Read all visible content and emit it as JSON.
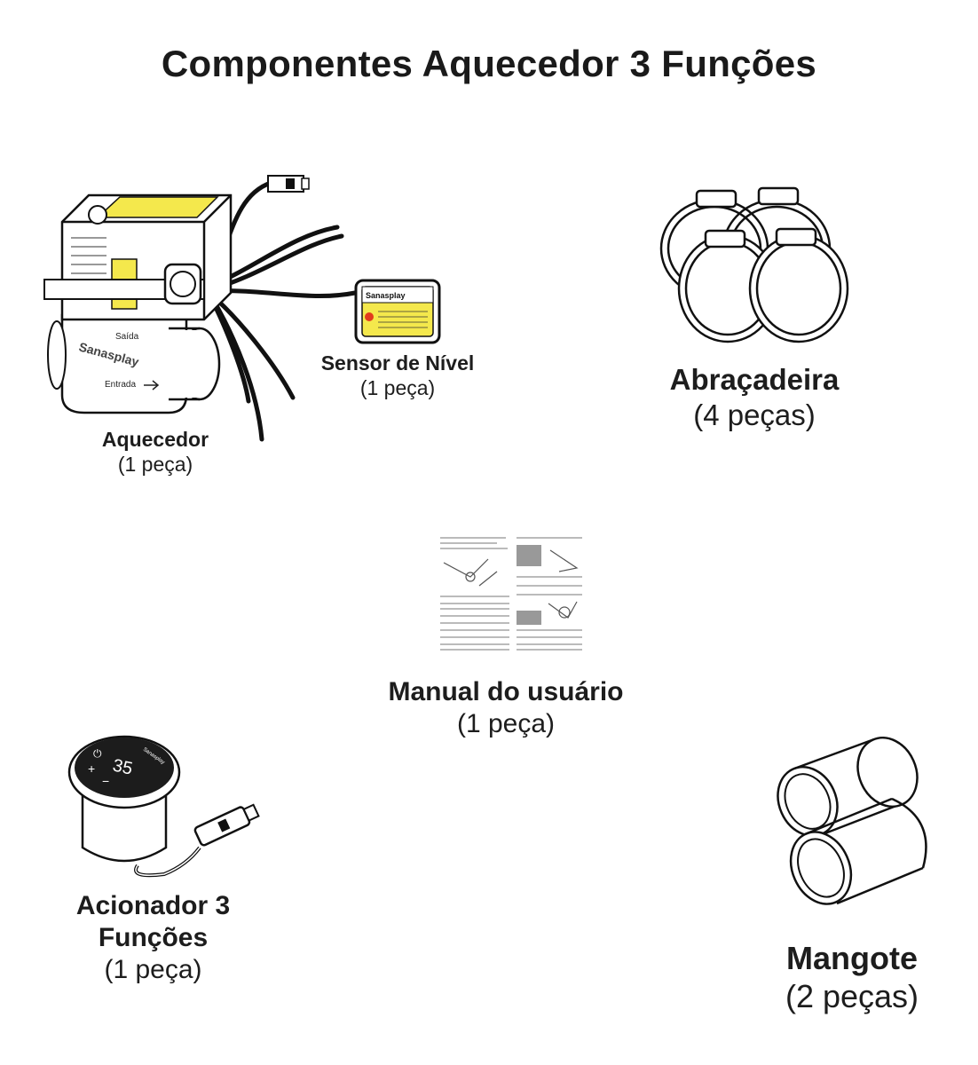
{
  "title": "Componentes Aquecedor 3 Funções",
  "components": {
    "aquecedor": {
      "name": "Aquecedor",
      "qty": "(1 peça)",
      "body_labels": {
        "brand": "Sanasplay",
        "saida": "Saída",
        "entrada": "Entrada"
      }
    },
    "sensor": {
      "name": "Sensor de Nível",
      "qty": "(1 peça)",
      "brand": "Sanasplay"
    },
    "abracadeira": {
      "name": "Abraçadeira",
      "qty": "(4 peças)"
    },
    "manual": {
      "name": "Manual do usuário",
      "qty": "(1 peça)"
    },
    "acionador": {
      "name_line1": "Acionador 3",
      "name_line2": "Funções",
      "qty": "(1 peça)",
      "display": "35",
      "brand": "Sanasplay"
    },
    "mangote": {
      "name": "Mangote",
      "qty": "(2 peças)"
    }
  },
  "colors": {
    "label_yellow": "#f4e84c",
    "ink": "#1d1d1d"
  }
}
